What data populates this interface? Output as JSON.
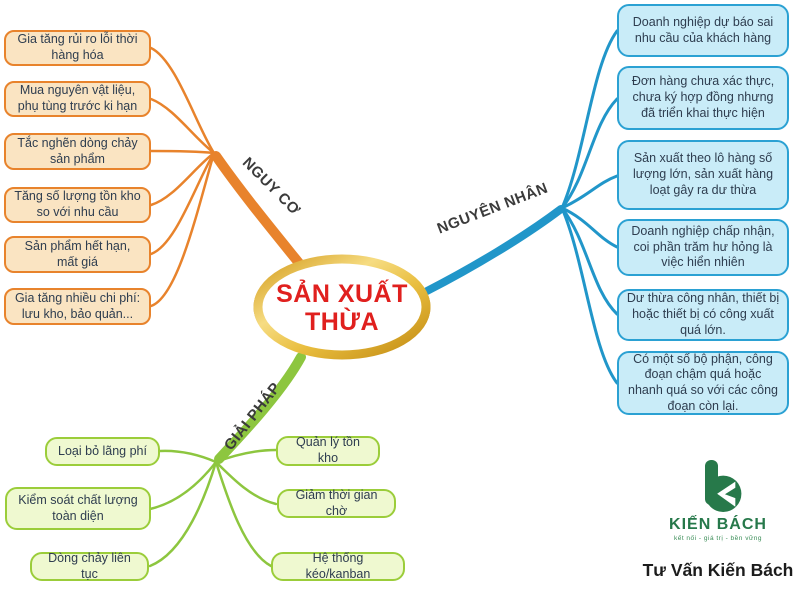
{
  "center": {
    "line1": "SẢN XUẤT",
    "line2": "THỪA"
  },
  "branches": {
    "risk": {
      "label": "NGUY CƠ",
      "color": "#e8832c",
      "items": [
        "Gia tăng rủi ro lỗi thời hàng hóa",
        "Mua nguyên vật liệu, phụ tùng trước ki hạn",
        "Tắc nghẽn dòng chảy sản phẩm",
        "Tăng số lượng tồn kho so với nhu cầu",
        "Sản phẩm hết hạn, mất giá",
        "Gia tăng nhiều chi phí: lưu kho, bảo quản..."
      ]
    },
    "cause": {
      "label": "NGUYÊN NHÂN",
      "color": "#2196c9",
      "items": [
        "Doanh nghiệp dự báo sai nhu cầu của khách hàng",
        "Đơn hàng chưa xác thực, chưa ký hợp đồng nhưng đã triển khai thực hiện",
        "Sản xuất theo lô hàng số lượng lớn, sản xuất hàng loạt gây ra dư thừa",
        "Doanh nghiệp chấp nhận, coi phần trăm hư hỏng là việc hiển nhiên",
        "Dư thừa công nhân, thiết bị hoặc thiết bị có công xuất quá lớn.",
        "Có một số bộ phận, công đoạn chậm quá hoặc nhanh quá so với các công đoạn còn lại."
      ]
    },
    "solution": {
      "label": "GIẢI PHÁP",
      "color": "#8dc63f",
      "items": [
        "Loại bỏ lãng phí",
        "Kiểm soát chất lượng toàn diện",
        "Dòng chảy liên tục",
        "Quản lý tồn kho",
        "Giảm thời gian chờ",
        "Hệ thống kéo/kanban"
      ]
    }
  },
  "logo": {
    "name": "KIẾN BÁCH",
    "tagline": "kết nối - giá trị - bền vững",
    "caption": "Tư Vấn Kiến Bách"
  },
  "colors": {
    "center_text": "#e0201e",
    "gold_ring": "#d7a224",
    "risk_fill": "#fae4c2",
    "cause_fill": "#c9ecf8",
    "solution_fill": "#eff9d0",
    "logo_green": "#26784a"
  }
}
